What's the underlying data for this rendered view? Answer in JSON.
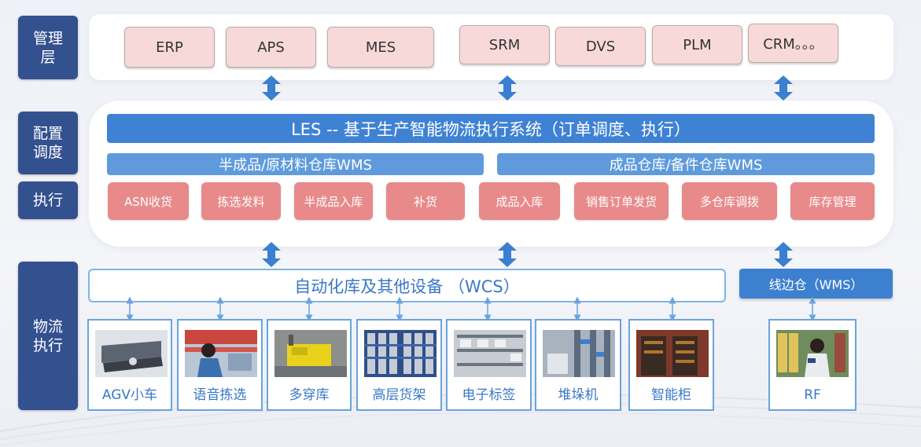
{
  "layers": {
    "management": "管理\n层",
    "dispatch": "配置\n调度",
    "execution": "执行",
    "logistics": "物流\n执行"
  },
  "systems": [
    "ERP",
    "APS",
    "MES",
    "SRM",
    "DVS",
    "PLM",
    "CRM。。。"
  ],
  "les_title": "LES -- 基于生产智能物流执行系统（订单调度、执行）",
  "wms": {
    "left": "半成品/原材料仓库WMS",
    "right": "成品仓库/备件仓库WMS"
  },
  "tasks": [
    "ASN收货",
    "拣选发料",
    "半成品入库",
    "补货",
    "成品入库",
    "销售订单发货",
    "多仓库调拨",
    "库存管理"
  ],
  "wcs_label": "自动化库及其他设备 （WCS）",
  "line_wms_label": "线边仓（WMS）",
  "devices": [
    {
      "label": "AGV小车",
      "icon": "agv-photo"
    },
    {
      "label": "语音拣选",
      "icon": "voice-picking-photo"
    },
    {
      "label": "多穿库",
      "icon": "shuttle-photo"
    },
    {
      "label": "高层货架",
      "icon": "high-rack-photo"
    },
    {
      "label": "电子标签",
      "icon": "e-label-photo"
    },
    {
      "label": "堆垛机",
      "icon": "stacker-photo"
    },
    {
      "label": "智能柜",
      "icon": "smart-cabinet-photo"
    },
    {
      "label": "RF",
      "icon": "rf-scanner-photo"
    }
  ],
  "colors": {
    "layer_label": "#33508f",
    "system_box": "#f8d9d9",
    "les_bar": "#3f82d3",
    "wms_bar": "#5f9bdc",
    "task_box": "#e88a8a",
    "wcs_border": "#7fb4e8",
    "arrow": "#3a7fd0"
  }
}
